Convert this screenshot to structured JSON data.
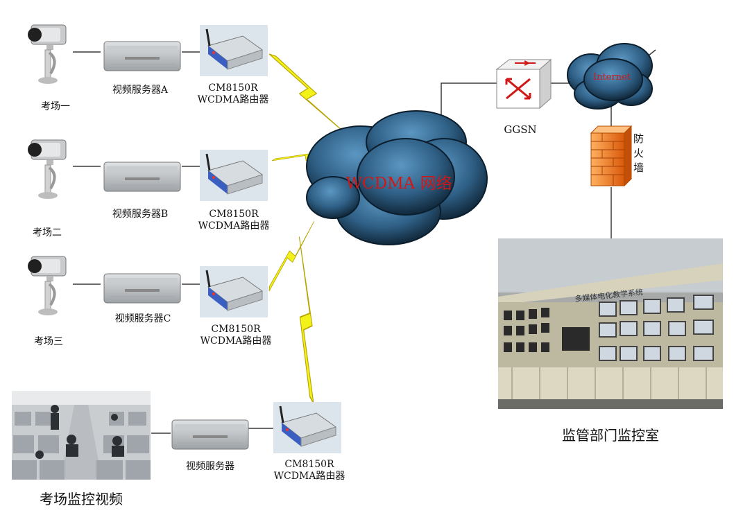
{
  "sites": [
    {
      "camera_label": "考场一",
      "server_label": "视频服务器A",
      "router_model": "CM8150R",
      "router_desc": "WCDMA路由器"
    },
    {
      "camera_label": "考场二",
      "server_label": "视频服务器B",
      "router_model": "CM8150R",
      "router_desc": "WCDMA路由器"
    },
    {
      "camera_label": "考场三",
      "server_label": "视频服务器C",
      "router_model": "CM8150R",
      "router_desc": "WCDMA路由器"
    }
  ],
  "exam_room": {
    "photo_caption": "考场监控视频",
    "server_label": "视频服务器",
    "router_model": "CM8150R",
    "router_desc": "WCDMA路由器"
  },
  "network": {
    "cloud_label": "WCDMA 网络",
    "internet_label": "Internet",
    "ggsn_label": "GGSN",
    "firewall_label": "防火墙"
  },
  "control_room": {
    "caption": "监管部门监控室",
    "wall_banner": "多媒体电化教学系统"
  },
  "colors": {
    "cloud_dark": "#0b2233",
    "cloud_light": "#4a86b0",
    "bolt": "#f2f21a",
    "wcdma_text": "#d01818",
    "firewall": "#f07a1a",
    "line": "#3a3a3a"
  }
}
